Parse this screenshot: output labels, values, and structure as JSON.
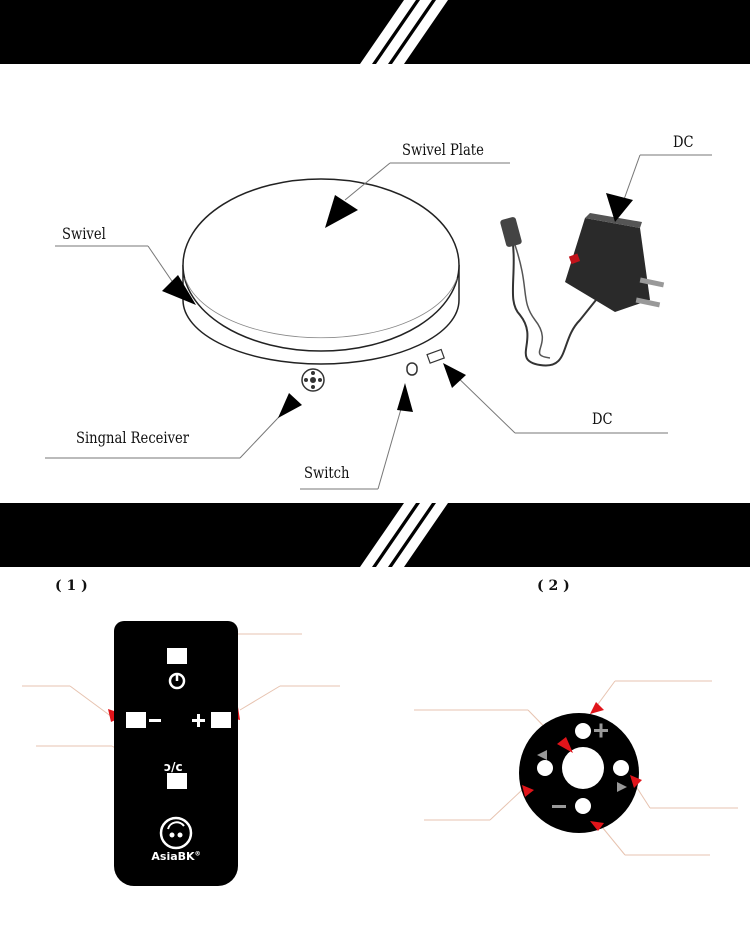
{
  "top_labels": {
    "swivel_plate": "Swivel Plate",
    "swivel": "Swivel",
    "dc_adapter": "DC",
    "dc_port": "DC",
    "signal_receiver": "Singnal Receiver",
    "switch": "Switch"
  },
  "section_two": {
    "label_1": "( 1 )",
    "label_2": "( 2 )"
  },
  "remote": {
    "brand": "AsiaBK",
    "brand_mark": "®"
  },
  "colors": {
    "band": "#000000",
    "arrow_red": "#e0141a",
    "leader_line": "#e7c3b0"
  },
  "icons": {
    "power": "power-icon",
    "minus": "minus-icon",
    "plus": "plus-icon",
    "direction": "direction-toggle-icon",
    "left": "left-triangle-icon",
    "right": "right-triangle-icon"
  }
}
